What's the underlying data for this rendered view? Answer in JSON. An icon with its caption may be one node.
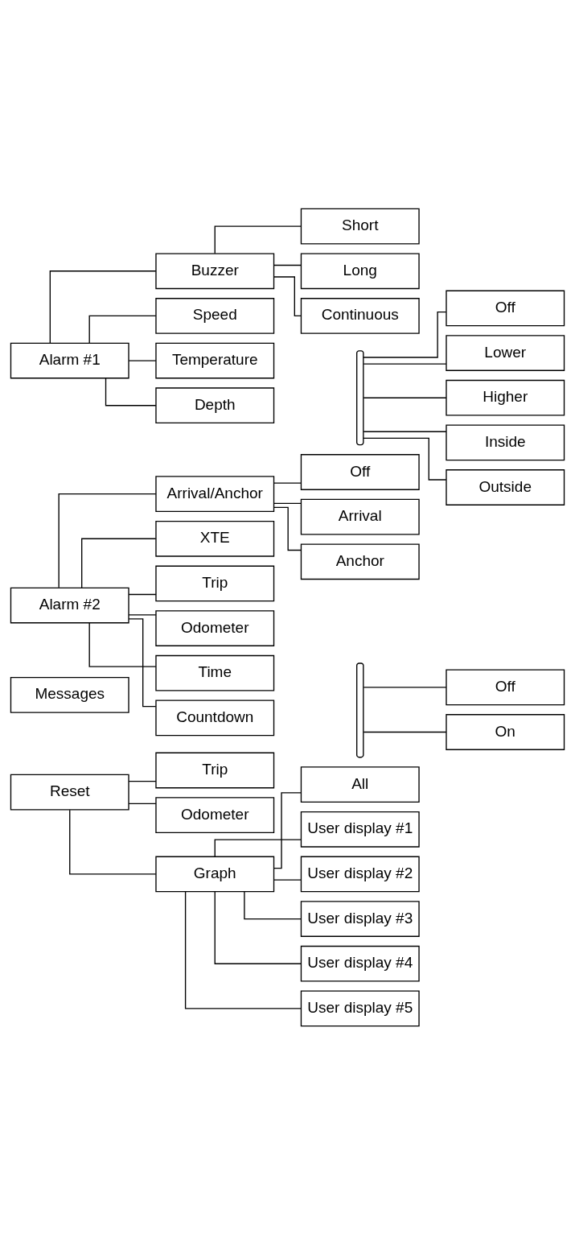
{
  "diagram": {
    "nodes": [
      {
        "text": [
          "Alarm #1"
        ]
      },
      {
        "text": [
          "Buzzer"
        ]
      },
      {
        "text": [
          "Short"
        ]
      },
      {
        "text": [
          "Long"
        ]
      },
      {
        "text": [
          "Continuous"
        ]
      },
      {
        "text": [
          "Speed"
        ]
      },
      {
        "text": [
          "Temperature"
        ]
      },
      {
        "text": [
          "Depth"
        ]
      },
      {
        "text": [],
        "shape": "brace"
      },
      {
        "text": [
          "Off"
        ]
      },
      {
        "text": [
          "Lower"
        ]
      },
      {
        "text": [
          "Higher"
        ]
      },
      {
        "text": [
          "Inside"
        ]
      },
      {
        "text": [
          "Outside"
        ]
      },
      {
        "text": [
          "Alarm #2"
        ]
      },
      {
        "text": [
          "Arrival/Anchor"
        ]
      },
      {
        "text": [
          "Off"
        ]
      },
      {
        "text": [
          "Arrival"
        ]
      },
      {
        "text": [
          "Anchor"
        ]
      },
      {
        "text": [
          "XTE"
        ]
      },
      {
        "text": [
          "Trip"
        ]
      },
      {
        "text": [
          "Odometer"
        ]
      },
      {
        "text": [
          "Time"
        ]
      },
      {
        "text": [
          "Countdown"
        ]
      },
      {
        "text": [],
        "shape": "brace"
      },
      {
        "text": [
          "Off"
        ]
      },
      {
        "text": [
          "On"
        ]
      },
      {
        "text": [
          "Messages"
        ]
      },
      {
        "text": [
          "Reset"
        ]
      },
      {
        "text": [
          "Trip"
        ]
      },
      {
        "text": [
          "Odometer"
        ]
      },
      {
        "text": [
          "Graph"
        ]
      },
      {
        "text": [
          "All"
        ]
      },
      {
        "text": [
          "User display #1"
        ]
      },
      {
        "text": [
          "User display #2"
        ]
      },
      {
        "text": [
          "User display #3"
        ]
      },
      {
        "text": [
          "User display #4"
        ]
      },
      {
        "text": [
          "User display #5"
        ]
      }
    ],
    "edges": [
      {
        "from": 0,
        "to": 1,
        "arrow": "none"
      },
      {
        "from": 1,
        "to": 2,
        "arrow": "none"
      },
      {
        "from": 1,
        "to": 3,
        "arrow": "none"
      },
      {
        "from": 1,
        "to": 4,
        "arrow": "none"
      },
      {
        "from": 0,
        "to": 5,
        "arrow": "none"
      },
      {
        "from": 0,
        "to": 6,
        "arrow": "none"
      },
      {
        "from": 0,
        "to": 7,
        "arrow": "none"
      },
      {
        "from": 8,
        "to": 9,
        "arrow": "none"
      },
      {
        "from": 8,
        "to": 10,
        "arrow": "none"
      },
      {
        "from": 8,
        "to": 11,
        "arrow": "none"
      },
      {
        "from": 8,
        "to": 12,
        "arrow": "none"
      },
      {
        "from": 8,
        "to": 13,
        "arrow": "none"
      },
      {
        "from": 14,
        "to": 15,
        "arrow": "none"
      },
      {
        "from": 15,
        "to": 16,
        "arrow": "none"
      },
      {
        "from": 15,
        "to": 17,
        "arrow": "none"
      },
      {
        "from": 15,
        "to": 18,
        "arrow": "none"
      },
      {
        "from": 14,
        "to": 19,
        "arrow": "none"
      },
      {
        "from": 14,
        "to": 20,
        "arrow": "none"
      },
      {
        "from": 14,
        "to": 21,
        "arrow": "none"
      },
      {
        "from": 14,
        "to": 22,
        "arrow": "none"
      },
      {
        "from": 14,
        "to": 23,
        "arrow": "none"
      },
      {
        "from": 24,
        "to": 25,
        "arrow": "none"
      },
      {
        "from": 24,
        "to": 26,
        "arrow": "none"
      },
      {
        "from": 28,
        "to": 29,
        "arrow": "none"
      },
      {
        "from": 28,
        "to": 30,
        "arrow": "none"
      },
      {
        "from": 28,
        "to": 31,
        "arrow": "none"
      },
      {
        "from": 31,
        "to": 32,
        "arrow": "none"
      },
      {
        "from": 31,
        "to": 33,
        "arrow": "none"
      },
      {
        "from": 31,
        "to": 34,
        "arrow": "none"
      },
      {
        "from": 31,
        "to": 35,
        "arrow": "none"
      },
      {
        "from": 31,
        "to": 36,
        "arrow": "none"
      },
      {
        "from": 31,
        "to": 37,
        "arrow": "none"
      }
    ]
  }
}
